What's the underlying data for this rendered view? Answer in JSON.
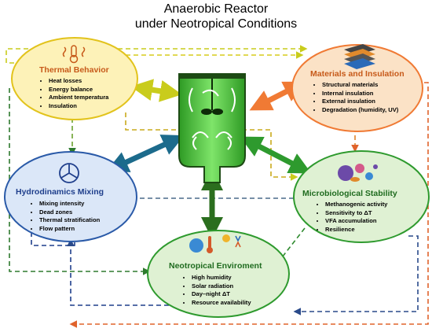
{
  "title": {
    "line1": "Anaerobic Reactor",
    "line2": "under Neotropical Conditions"
  },
  "nodes": {
    "thermal": {
      "title": "Thermal Behavior",
      "items": [
        "Heat losses",
        "Energy balance",
        "Ambient temperatura",
        "Insulation"
      ],
      "color": "#c75a1a",
      "fill": "#fdf2b8"
    },
    "materials": {
      "title": "Materials and Insulation",
      "items": [
        "Structural materials",
        "Internal insulation",
        "External insulation",
        "Degradation (humidity, UV)"
      ],
      "color": "#c75a1a",
      "fill": "#fbe2c6"
    },
    "hydro": {
      "title": "Hydrodinamics Mixing",
      "items": [
        "Mixing intensity",
        "Dead zones",
        "Thermal stratification",
        "Flow pattern"
      ],
      "color": "#1f3f8c",
      "fill": "#dbe7f8"
    },
    "micro": {
      "title": "Microbiological Stability",
      "items": [
        "Methanogenic activity",
        "Sensitivity to ΔT",
        "VFA accumulation",
        "Resilience"
      ],
      "color": "#1f6b1f",
      "fill": "#dff1d3"
    },
    "neotropical": {
      "title": "Neotropical Enviroment",
      "items": [
        "High humidity",
        "Solar radiation",
        "Day–night ΔT",
        "Resource availability"
      ],
      "color": "#1f6b1f",
      "fill": "#dff1d3"
    }
  },
  "colors": {
    "thermal_arrow": "#c9cc1c",
    "materials_arrow": "#f07a34",
    "hydro_arrow": "#1c6b8c",
    "micro_arrow": "#2e9a2e",
    "neotropical_arrow": "#2b6e1e",
    "reactor": "#3fc42e"
  },
  "icons": {
    "thermal": "thermometer-heat-icon",
    "materials": "insulation-layers-icon",
    "hydro": "mixing-impeller-icon",
    "micro": "microbes-icon",
    "neotropical": "climate-icon",
    "reactor": "anaerobic-reactor-vessel"
  }
}
